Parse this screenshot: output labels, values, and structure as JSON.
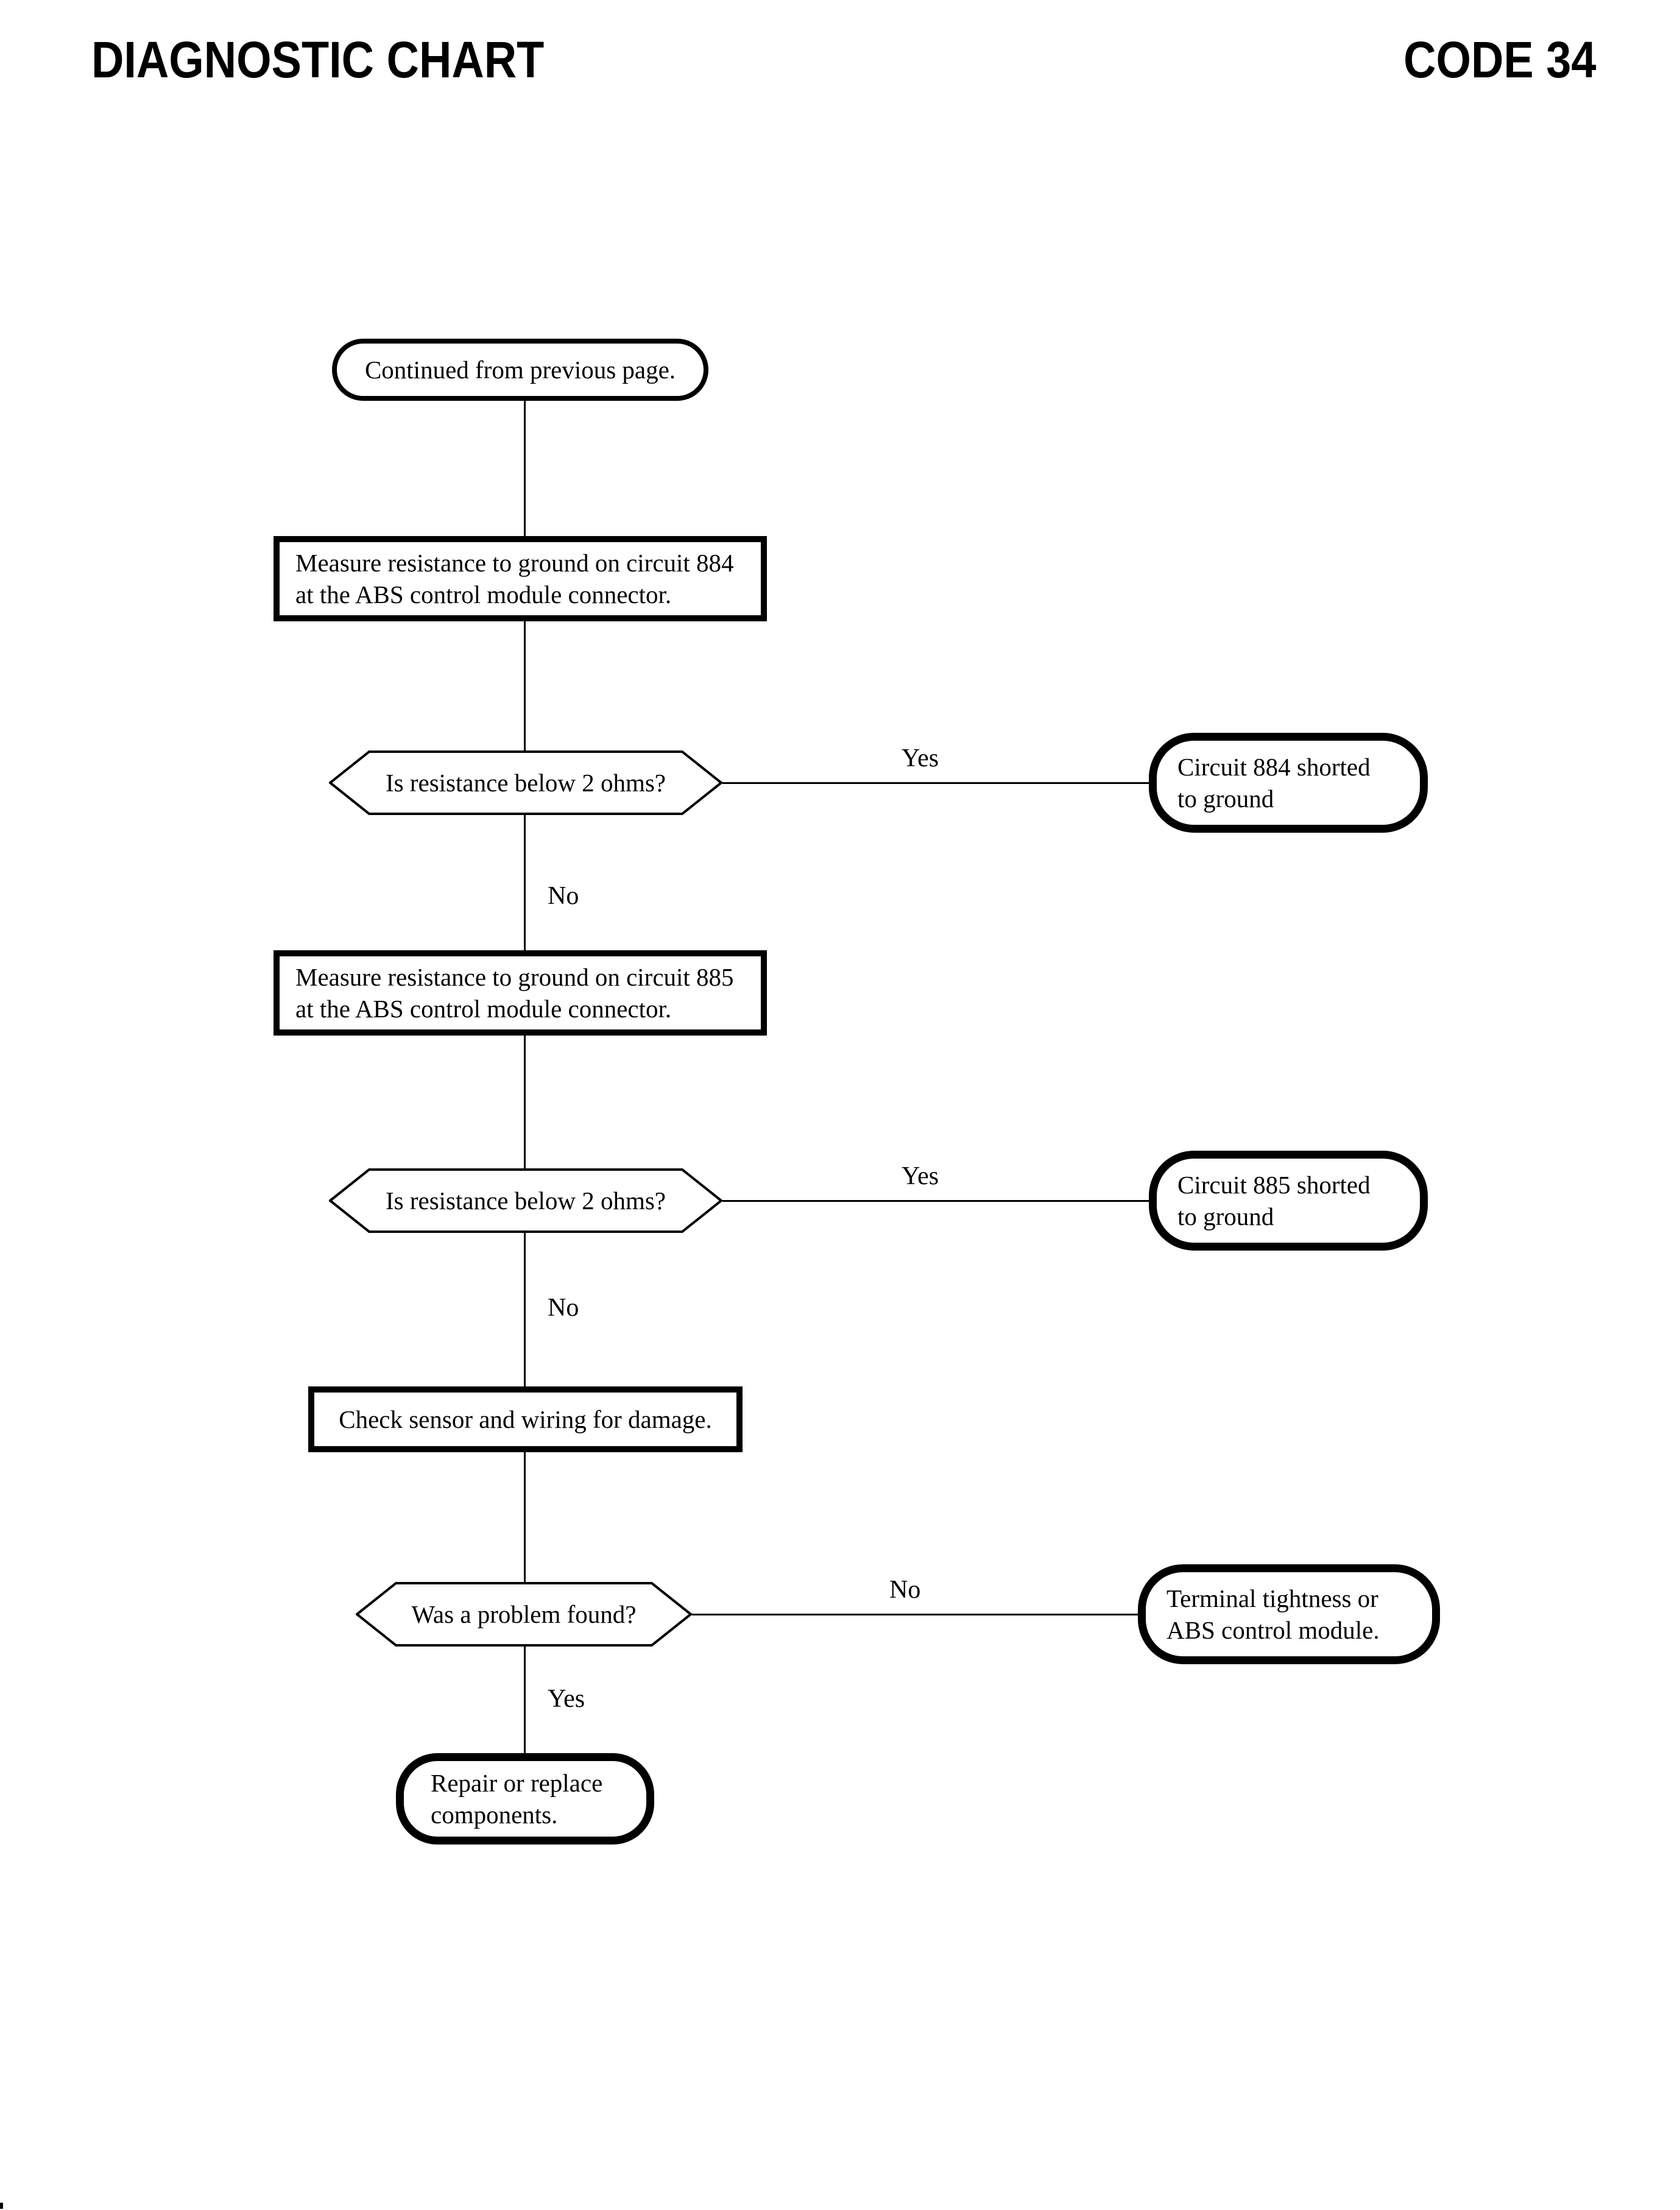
{
  "header": {
    "title": "DIAGNOSTIC CHART",
    "code": "CODE 34"
  },
  "labels": {
    "yes": "Yes",
    "no": "No"
  },
  "flow": {
    "start": {
      "text": "Continued from previous page."
    },
    "measure884": {
      "line1": "Measure resistance to ground on circuit 884",
      "line2": "at the ABS control module connector."
    },
    "resistance884": {
      "question": "Is resistance below 2 ohms?"
    },
    "shorted884": {
      "line1": "Circuit 884 shorted",
      "line2": "to ground"
    },
    "measure885": {
      "line1": "Measure resistance to ground on circuit 885",
      "line2": "at the ABS control module connector."
    },
    "resistance885": {
      "question": "Is resistance below 2 ohms?"
    },
    "shorted885": {
      "line1": "Circuit 885 shorted",
      "line2": "to ground"
    },
    "checkSensor": {
      "text": "Check sensor and wiring for damage."
    },
    "problemFound": {
      "question": "Was a problem found?"
    },
    "terminalTightness": {
      "line1": "Terminal tightness or",
      "line2": "ABS control module."
    },
    "repair": {
      "line1": "Repair or replace",
      "line2": "components."
    }
  },
  "colors": {
    "ink": "#000000",
    "paper": "#ffffff"
  }
}
